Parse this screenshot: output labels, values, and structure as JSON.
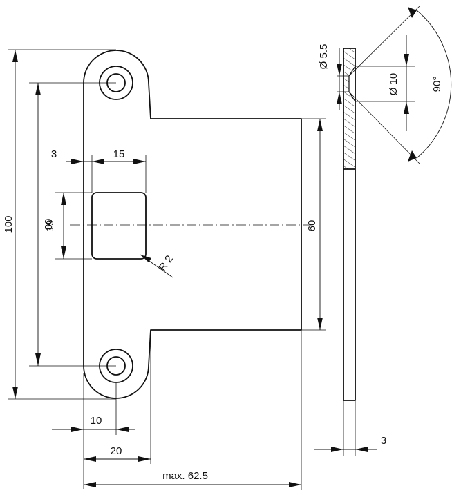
{
  "dimensions": {
    "overall_height": "100",
    "hole_pitch": "80",
    "latch_height": "19",
    "strike_lip_height": "60",
    "latch_offset": "3",
    "latch_width": "15",
    "corner_radius": "R 2",
    "hole_offset": "10",
    "flange_width": "20",
    "max_length": "max. 62.5",
    "thickness": "3",
    "screw_diameter": "Ø 5.5",
    "countersink_diameter": "Ø 10",
    "countersink_angle": "90°"
  }
}
